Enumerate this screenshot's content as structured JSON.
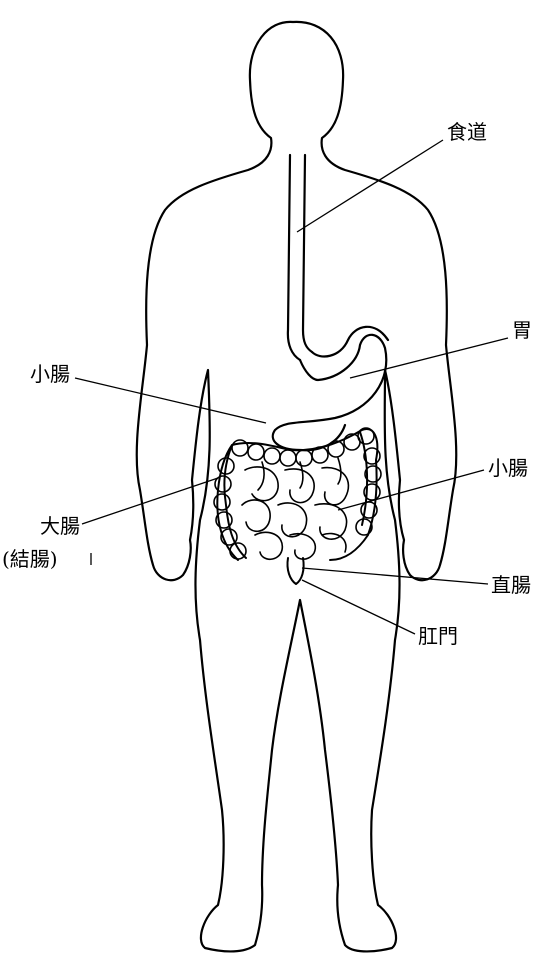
{
  "labels": {
    "esophagus": "食道",
    "stomach": "胃",
    "small_intestine_left": "小腸",
    "small_intestine_right": "小腸",
    "large_intestine": "大腸",
    "colon_note": "(結腸)",
    "rectum": "直腸",
    "anus": "肛門"
  }
}
